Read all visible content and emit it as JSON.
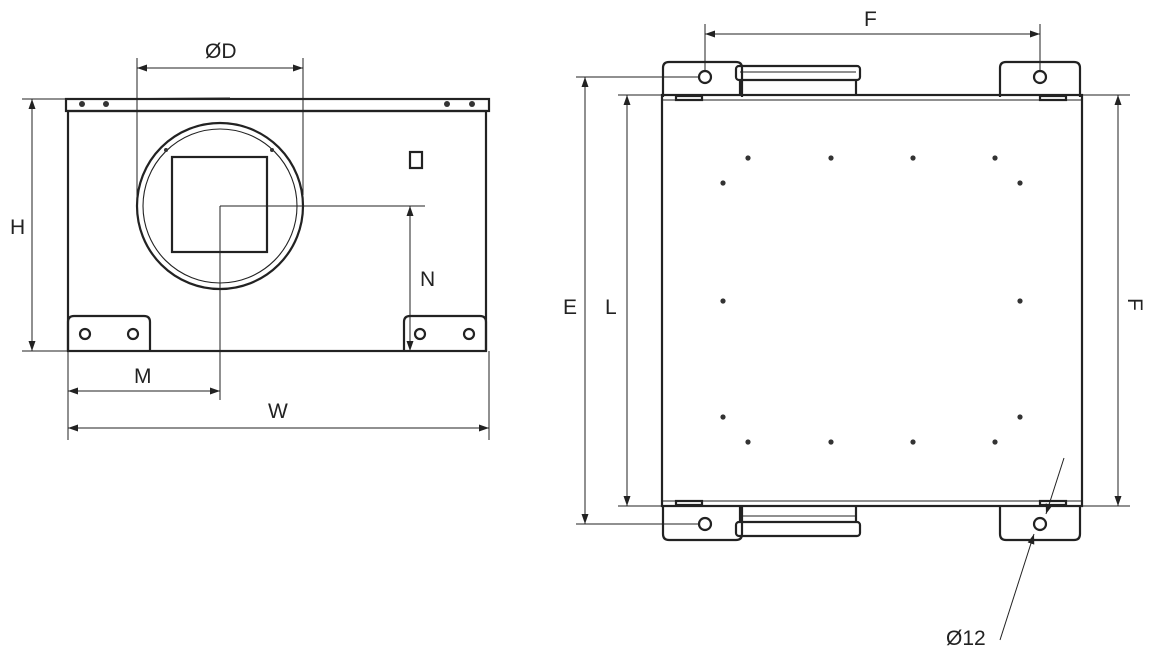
{
  "front_view": {
    "labels": {
      "diameter": "ØD",
      "height": "H",
      "width": "W",
      "offset_m": "M",
      "offset_n": "N"
    }
  },
  "top_view": {
    "labels": {
      "bracket_spacing_top": "F",
      "bracket_spacing_side": "F",
      "overall_length": "E",
      "body_length": "L",
      "hole_diameter": "Ø12"
    }
  },
  "colors": {
    "line": "#222222",
    "background": "#ffffff"
  }
}
